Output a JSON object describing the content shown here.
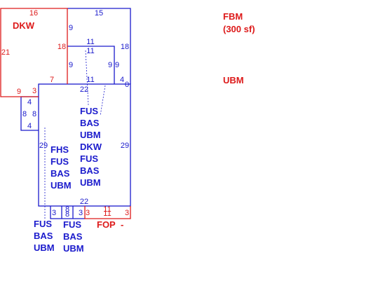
{
  "colors": {
    "blue": "#1a1acc",
    "red": "#dd1a1a",
    "background": "#ffffff"
  },
  "legend": {
    "fbm_label": "FBM",
    "fbm_area": "(300 sf)",
    "ubm_label": "UBM"
  },
  "dimensions": {
    "dkw_top": "16",
    "dkw_left": "21",
    "dkw_bottom_left": "9",
    "dkw_bottom_mid": "3",
    "dkw_bottom_right": "7",
    "dkw_right": "18",
    "top_wide": "15",
    "upper_left_9": "9",
    "upper_right_18": "18",
    "inner_top_a": "11",
    "inner_top_b": "11",
    "inner_left_9": "9",
    "inner_right_9a": "9",
    "inner_right_9b": "9",
    "inner_bottom_11": "11",
    "side_4": "4",
    "side_0": "0",
    "main_top_22": "22",
    "main_left_29": "29",
    "main_right_29": "29",
    "main_bottom_22": "22",
    "bump_top_4": "4",
    "bump_left_8": "8",
    "bump_right_8": "8",
    "bump_bottom_4": "4",
    "bot_3a": "3",
    "bot_8a": "8",
    "bot_8b": "8",
    "bot_3b": "3",
    "fop_3a": "3",
    "fop_11a": "11",
    "fop_11b": "11",
    "fop_3b": "3"
  },
  "areas": {
    "dkw": "DKW",
    "center": [
      "FUS",
      "BAS",
      "UBM",
      "DKW",
      "FUS",
      "BAS",
      "UBM"
    ],
    "left": [
      "FHS",
      "FUS",
      "BAS",
      "UBM"
    ],
    "bottom_left": [
      "FUS",
      "BAS",
      "UBM"
    ],
    "bottom_mid": [
      "FUS",
      "BAS",
      "UBM"
    ],
    "fop": "FOP"
  }
}
